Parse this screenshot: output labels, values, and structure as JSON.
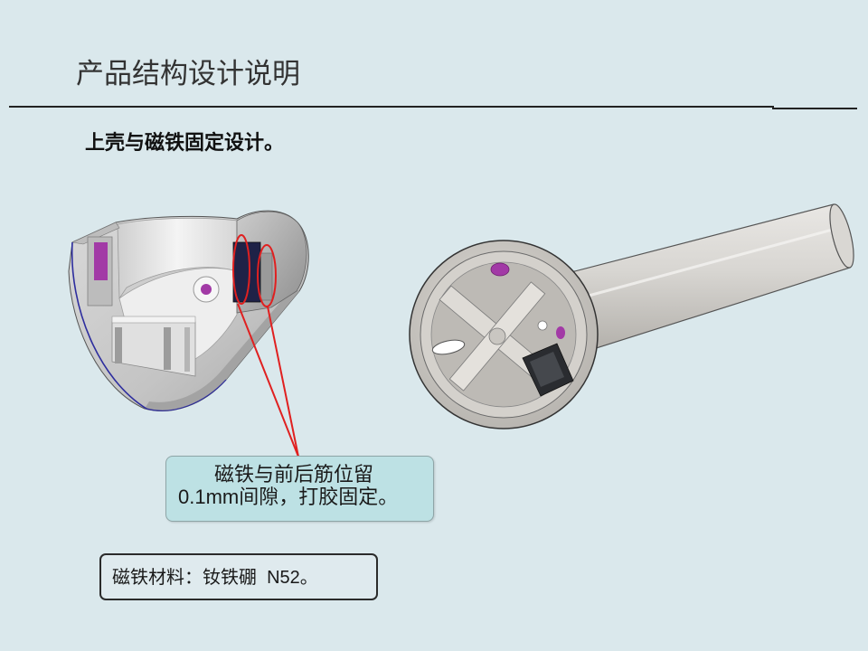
{
  "slide": {
    "title": "产品结构设计说明",
    "subtitle": "上壳与磁铁固定设计。",
    "callout": {
      "line1": "磁铁与前后筋位留",
      "line2": "0.1mm间隙，打胶固定。"
    },
    "material_note": "磁铁材料：钕铁硼  N52。"
  },
  "colors": {
    "background": "#dae8ec",
    "annotation": "#e02020",
    "callout_fill": "#bde1e4",
    "magnet": "#1f2247",
    "accent_purple": "#a23aa6",
    "rule_line": "#222222"
  }
}
